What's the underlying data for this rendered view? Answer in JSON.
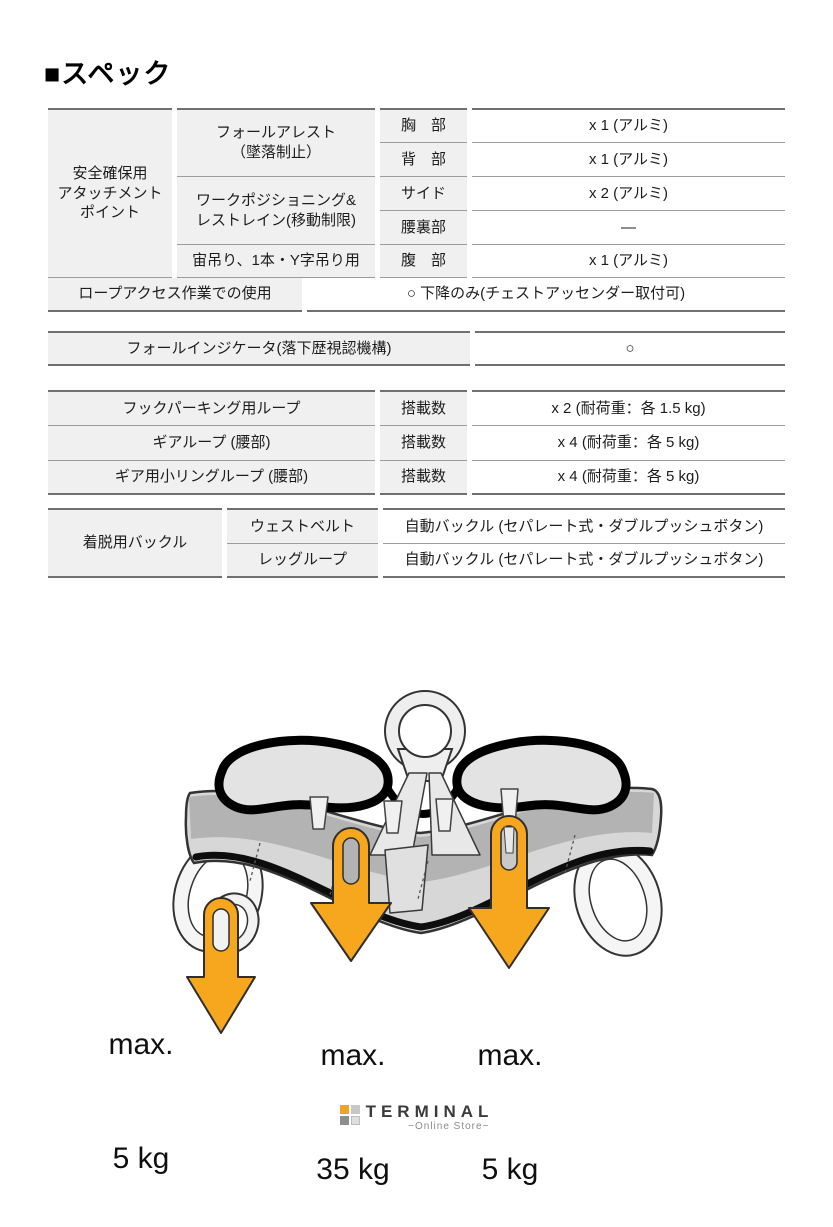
{
  "title": "■スペック",
  "colors": {
    "accent_orange": "#F6A71E",
    "cell_bg": "#F0F0F0",
    "border_dark": "#707070",
    "border_light": "#9C9C9C",
    "logo_orange": "#EFA32B"
  },
  "attachment_table": {
    "group_label": "安全確保用\nアタッチメント\nポイント",
    "types": [
      {
        "label": "フォールアレスト\n（墜落制止）"
      },
      {
        "label": "ワークポジショニング&\nレストレイン(移動制限)"
      },
      {
        "label": "宙吊り、1本・Y字吊り用"
      }
    ],
    "rows": [
      {
        "part": "胸　部",
        "value": "x 1 (アルミ)"
      },
      {
        "part": "背　部",
        "value": "x 1 (アルミ)"
      },
      {
        "part": "サイド",
        "value": "x 2 (アルミ)"
      },
      {
        "part": "腰裏部",
        "value": "—"
      },
      {
        "part": "腹　部",
        "value": "x 1 (アルミ)"
      }
    ]
  },
  "rope_access_row": {
    "label": "ロープアクセス作業での使用",
    "value": "○ 下降のみ(チェストアッセンダー取付可)"
  },
  "fall_indicator_row": {
    "label": "フォールインジケータ(落下歴視認機構)",
    "value": "○"
  },
  "loop_table": {
    "rows": [
      {
        "label": "フックパーキング用ループ",
        "count_label": "搭載数",
        "value": "x 2 (耐荷重：各 1.5 kg)"
      },
      {
        "label": "ギアループ (腰部)",
        "count_label": "搭載数",
        "value": "x 4 (耐荷重：各 5 kg)"
      },
      {
        "label": "ギア用小リングループ (腰部)",
        "count_label": "搭載数",
        "value": "x 4 (耐荷重：各 5 kg)"
      }
    ]
  },
  "buckle_table": {
    "group_label": "着脱用バックル",
    "rows": [
      {
        "label": "ウェストベルト",
        "value": "自動バックル (セパレート式・ダブルプッシュボタン)"
      },
      {
        "label": "レッグループ",
        "value": "自動バックル (セパレート式・ダブルプッシュボタン)"
      }
    ]
  },
  "diagram": {
    "load_labels": [
      {
        "line1": "max.",
        "line2": "5 kg"
      },
      {
        "line1": "max.",
        "line2": "35 kg"
      },
      {
        "line1": "max.",
        "line2": "5 kg"
      }
    ]
  },
  "footer": {
    "brand": "TERMINAL",
    "subtitle": "−Online Store−"
  }
}
